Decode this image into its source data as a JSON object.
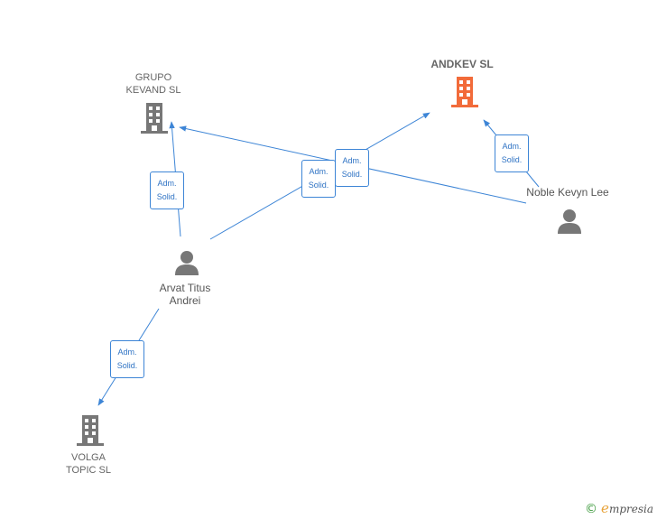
{
  "colors": {
    "edge": "#3d85d6",
    "company_gray": "#777777",
    "company_highlight": "#f26b3a",
    "person": "#777777"
  },
  "nodes": {
    "grupo_kevand": {
      "label": "GRUPO\nKEVAND SL",
      "icon": "building-icon"
    },
    "andkev": {
      "label": "ANDKEV SL",
      "icon": "building-icon"
    },
    "volga_topic": {
      "label": "VOLGA\nTOPIC SL",
      "icon": "building-icon"
    },
    "arvat": {
      "label": "Arvat Titus\nAndrei",
      "icon": "person-icon"
    },
    "noble": {
      "label": "Noble Kevyn Lee",
      "icon": "person-icon"
    }
  },
  "edges": [
    {
      "from": "arvat",
      "to": "grupo_kevand",
      "label": "Adm.\nSolid."
    },
    {
      "from": "arvat",
      "to": "andkev",
      "label": "Adm.\nSolid."
    },
    {
      "from": "noble",
      "to": "grupo_kevand",
      "label": "Adm.\nSolid."
    },
    {
      "from": "noble",
      "to": "andkev",
      "label": "Adm.\nSolid."
    },
    {
      "from": "arvat",
      "to": "volga_topic",
      "label": "Adm.\nSolid."
    }
  ],
  "branding": {
    "copyright": "©",
    "name_initial": "e",
    "name_rest": "mpresia"
  }
}
